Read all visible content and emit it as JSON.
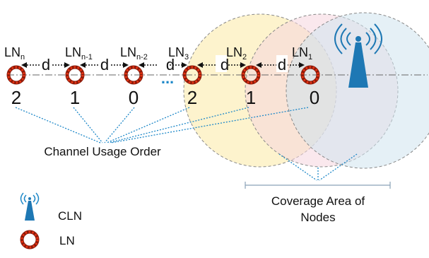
{
  "nodes": [
    {
      "name": "LN",
      "sub": "n",
      "order": "2"
    },
    {
      "name": "LN",
      "sub": "n-1",
      "order": "1"
    },
    {
      "name": "LN",
      "sub": "n-2",
      "order": "0"
    },
    {
      "name": "LN",
      "sub": "3",
      "order": "2"
    },
    {
      "name": "LN",
      "sub": "2",
      "order": "1"
    },
    {
      "name": "LN",
      "sub": "1",
      "order": "0"
    }
  ],
  "distance_label": "d",
  "ellipsis": "...",
  "channel_usage_caption": "Channel Usage Order",
  "coverage_caption_line1": "Coverage Area of",
  "coverage_caption_line2": "Nodes",
  "legend": [
    {
      "icon": "tower-icon",
      "label": "CLN"
    },
    {
      "icon": "ring-node-icon",
      "label": "LN"
    }
  ],
  "colors": {
    "node_ring": "#e63312",
    "node_ring_dark": "#8a1a0a",
    "dotted_link": "#1e88c8",
    "tower": "#1e78b4",
    "coverage_yellow": "#fdf1c4",
    "coverage_pink": "#f6d6de",
    "coverage_blue": "#cfe3ef",
    "circle_outline": "#888888"
  }
}
